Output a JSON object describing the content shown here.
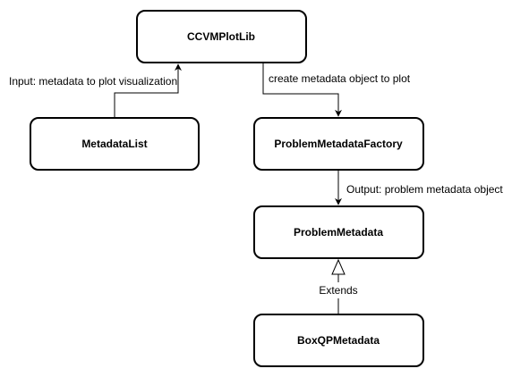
{
  "nodes": {
    "ccvmplotlib": "CCVMPlotLib",
    "metadatalist": "MetadataList",
    "factory": "ProblemMetadataFactory",
    "problemmetadata": "ProblemMetadata",
    "boxqpmetadata": "BoxQPMetadata"
  },
  "edges": {
    "input_label": "Input: metadata to plot visualization",
    "create_label": "create metadata object to plot",
    "output_label": "Output: problem metadata object",
    "extends_label": "Extends"
  }
}
